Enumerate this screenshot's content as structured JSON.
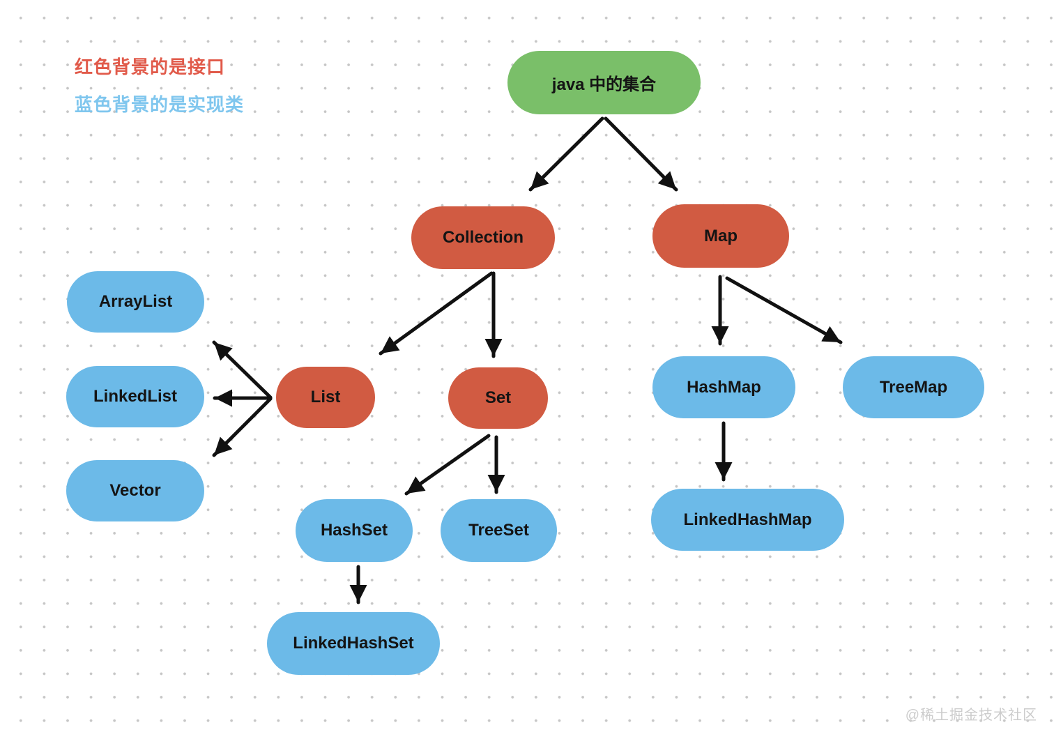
{
  "legend": {
    "interface_note": "红色背景的是接口",
    "implementation_note": "蓝色背景的是实现类"
  },
  "watermark": "@稀土掘金技术社区",
  "colors": {
    "root_node": "#7abf69",
    "interface_node": "#d15b42",
    "implementation_node": "#6cbae8",
    "legend_interface": "#e15a4a",
    "legend_implementation": "#7fc6ee",
    "arrow": "#111111",
    "watermark": "#cccccc",
    "grid_dot": "#c6c6c6"
  },
  "nodes": {
    "root": {
      "label": "java 中的集合",
      "type": "root"
    },
    "collection": {
      "label": "Collection",
      "type": "interface"
    },
    "map": {
      "label": "Map",
      "type": "interface"
    },
    "list": {
      "label": "List",
      "type": "interface"
    },
    "set": {
      "label": "Set",
      "type": "interface"
    },
    "arraylist": {
      "label": "ArrayList",
      "type": "implementation"
    },
    "linkedlist": {
      "label": "LinkedList",
      "type": "implementation"
    },
    "vector": {
      "label": "Vector",
      "type": "implementation"
    },
    "hashset": {
      "label": "HashSet",
      "type": "implementation"
    },
    "treeset": {
      "label": "TreeSet",
      "type": "implementation"
    },
    "linkedhashset": {
      "label": "LinkedHashSet",
      "type": "implementation"
    },
    "hashmap": {
      "label": "HashMap",
      "type": "implementation"
    },
    "treemap": {
      "label": "TreeMap",
      "type": "implementation"
    },
    "linkedhashmap": {
      "label": "LinkedHashMap",
      "type": "implementation"
    }
  },
  "edges": [
    {
      "from": "root",
      "to": "collection"
    },
    {
      "from": "root",
      "to": "map"
    },
    {
      "from": "collection",
      "to": "list"
    },
    {
      "from": "collection",
      "to": "set"
    },
    {
      "from": "list",
      "to": "arraylist"
    },
    {
      "from": "list",
      "to": "linkedlist"
    },
    {
      "from": "list",
      "to": "vector"
    },
    {
      "from": "set",
      "to": "hashset"
    },
    {
      "from": "set",
      "to": "treeset"
    },
    {
      "from": "hashset",
      "to": "linkedhashset"
    },
    {
      "from": "map",
      "to": "hashmap"
    },
    {
      "from": "map",
      "to": "treemap"
    },
    {
      "from": "hashmap",
      "to": "linkedhashmap"
    }
  ]
}
